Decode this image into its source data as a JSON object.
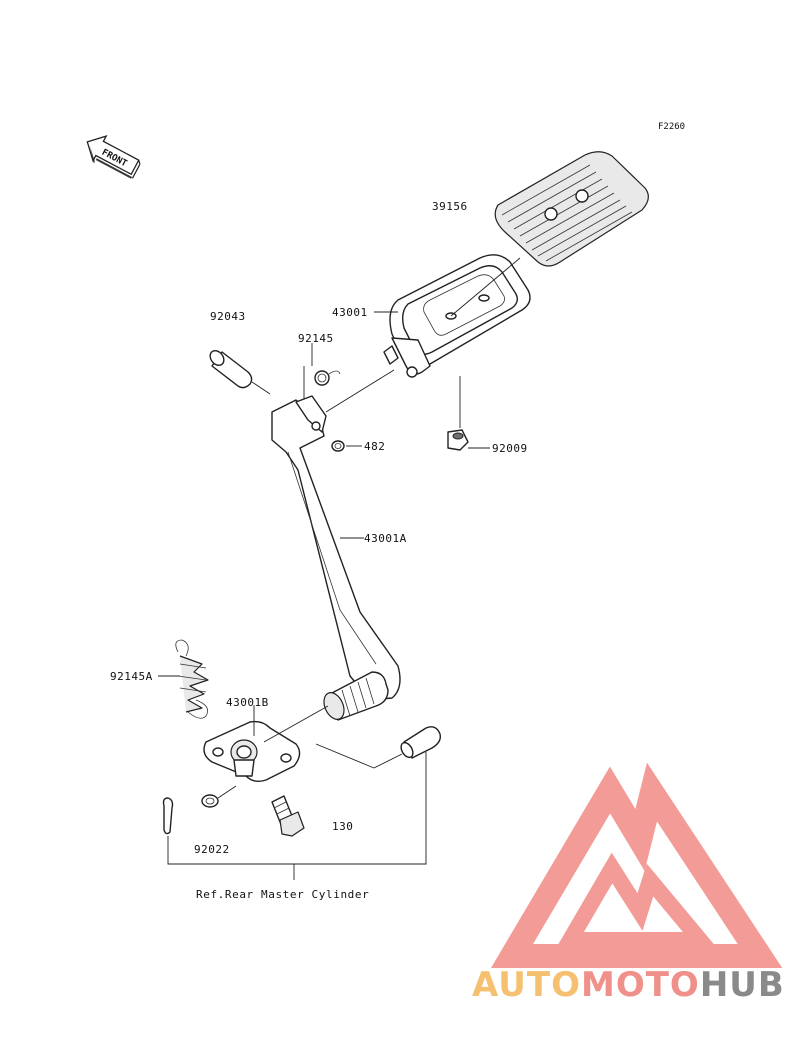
{
  "diagram": {
    "code": "F2260",
    "front_label": "FRONT",
    "ref_note": "Ref.Rear Master Cylinder",
    "parts": {
      "p39156": "39156",
      "p43001": "43001",
      "p92043": "92043",
      "p92145": "92145",
      "p482": "482",
      "p92009": "92009",
      "p43001A": "43001A",
      "p92145A": "92145A",
      "p43001B": "43001B",
      "p130": "130",
      "p92022": "92022"
    }
  },
  "watermark": {
    "brand_part1": "AUTO",
    "brand_part2": "MOTO",
    "brand_part3": "HUB",
    "colors": {
      "auto": "#f5c070",
      "moto": "#f0908a",
      "hub": "#8a8a8a",
      "logo": "#f28a84"
    }
  }
}
